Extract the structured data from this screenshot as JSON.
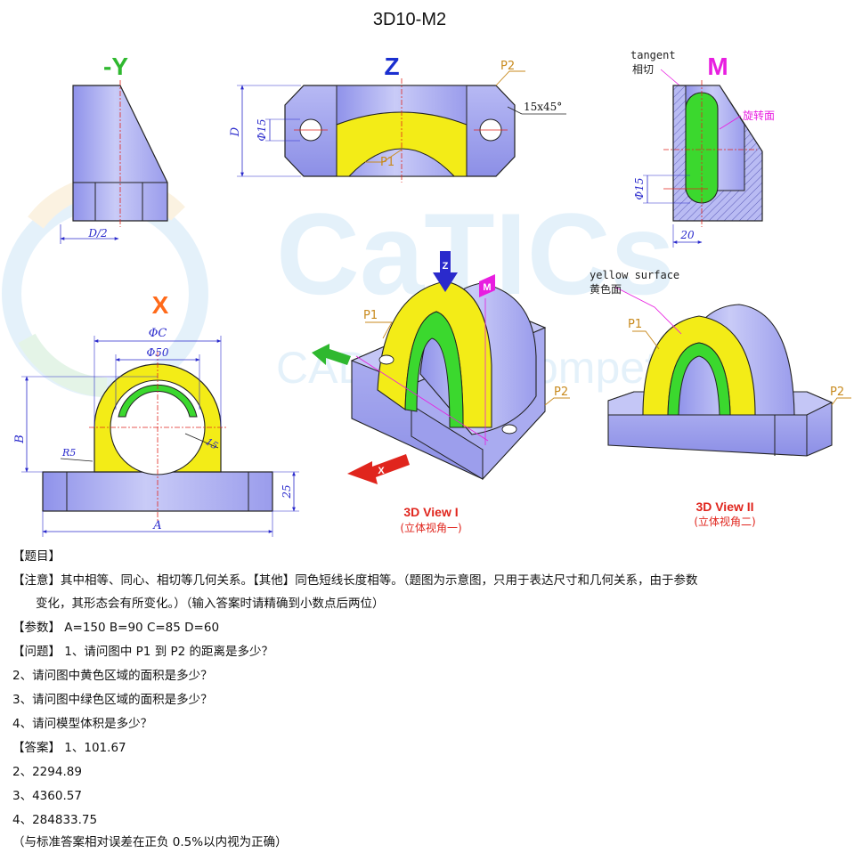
{
  "title": "3D10-M2",
  "views": {
    "neg_y": "-Y",
    "z": "Z",
    "m": "M",
    "x": "X",
    "view1": "3D View I",
    "view1_cn": "(立体视角一)",
    "view2": "3D View II",
    "view2_cn": "(立体视角二)"
  },
  "labels": {
    "p1": "P1",
    "p2": "P2",
    "tangent": "tangent",
    "tangent_cn": "相切",
    "rotation_surface": "旋转面",
    "yellow_surface": "yellow surface",
    "yellow_surface_cn": "黄色面",
    "z_arrow": "Z",
    "m_arrow": "M",
    "x_arrow": "X"
  },
  "dimensions": {
    "d_half": "D/2",
    "d": "D",
    "phi15": "Φ15",
    "chamfer": "15x45°",
    "twenty": "20",
    "phi_c": "ΦC",
    "phi50": "Φ50",
    "b": "B",
    "r5": "R5",
    "fifteen": "15",
    "twentyfive": "25",
    "a": "A"
  },
  "watermark": {
    "brand": "CaTICs",
    "sub": "CAD digital competition"
  },
  "text": {
    "l1": "【题目】",
    "l2": "【注意】其中相等、同心、相切等几何关系。【其他】同色短线长度相等。（题图为示意图，只用于表达尺寸和几何关系，由于参数",
    "l3": "变化，其形态会有所变化。）（输入答案时请精确到小数点后两位）",
    "l4": "【参数】 A=150   B=90   C=85   D=60",
    "l5": "【问题】 1、请问图中 P1 到 P2 的距离是多少？",
    "l6": "2、请问图中黄色区域的面积是多少？",
    "l7": "3、请问图中绿色区域的面积是多少？",
    "l8": "4、请问模型体积是多少？",
    "l9": "【答案】  1、101.67",
    "l10": "2、2294.89",
    "l11": "3、4360.57",
    "l12": "4、284833.75",
    "l13": "（与标准答案相对误差在正负 0.5%以内视为正确）"
  },
  "colors": {
    "body": "#aeb0f0",
    "yellow": "#f3ec17",
    "green": "#3bd82e",
    "view_y": "#2fb82f",
    "view_z": "#1a2fd0",
    "view_m": "#e81ee0",
    "view_x": "#ff6a1a",
    "dim": "#2a2acc",
    "p_label": "#c88a1e",
    "red": "#e0251d"
  }
}
